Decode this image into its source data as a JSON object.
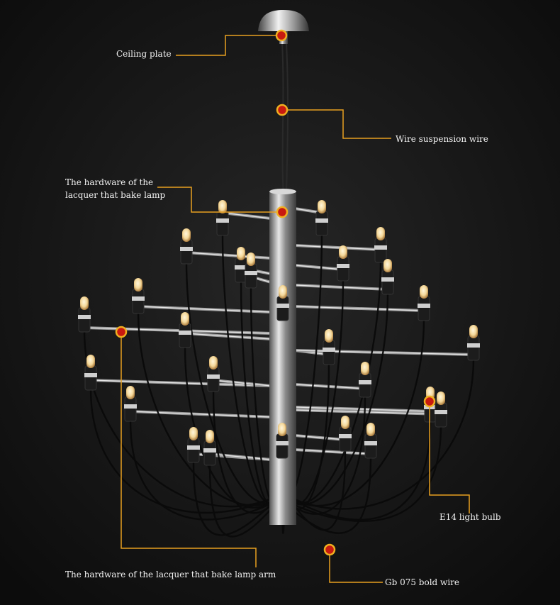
{
  "callouts": [
    {
      "id": "ceiling-plate",
      "text": "Ceiling plate"
    },
    {
      "id": "suspension-wire",
      "text": "Wire suspension wire"
    },
    {
      "id": "lamp-hardware",
      "line1": "The hardware of the",
      "line2": "lacquer that bake lamp"
    },
    {
      "id": "lamp-arm",
      "text": "The hardware of the lacquer that bake lamp arm"
    },
    {
      "id": "e14-bulb",
      "text": "E14 light bulb"
    },
    {
      "id": "bold-wire",
      "text": "Gb 075 bold wire"
    }
  ],
  "colors": {
    "background": "#141414",
    "leader_line": "#e8a020",
    "marker_fill": "#c81a10",
    "marker_ring": "#f0b020",
    "chrome": "#b8b8b8",
    "socket": "#1c1c1c",
    "bulb_glow": "#f4d89a"
  }
}
